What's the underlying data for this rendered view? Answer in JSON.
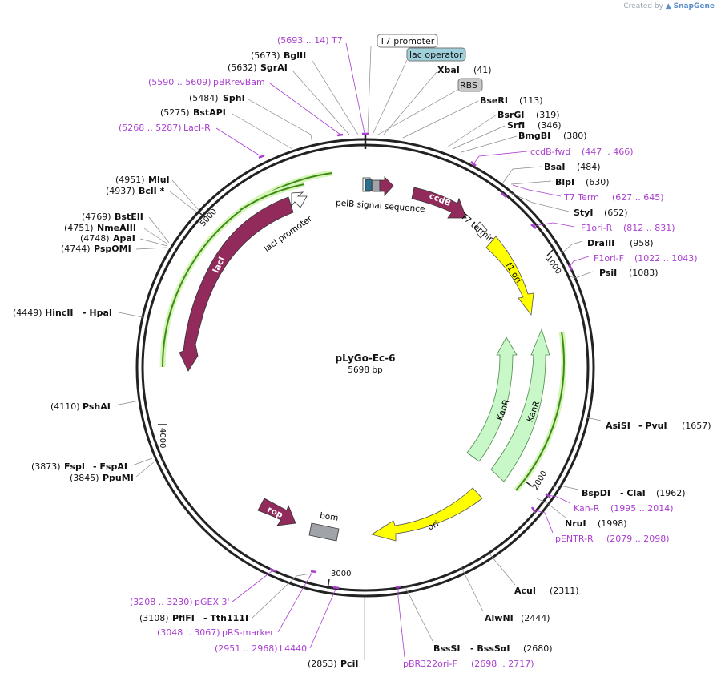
{
  "credit": {
    "prefix": "Created by",
    "brand": "SnapGene"
  },
  "plasmid": {
    "name": "pLyGo-Ec-6",
    "size": "5698 bp"
  },
  "ticks": [
    "1000",
    "2000",
    "3000",
    "4000",
    "5000"
  ],
  "features": [
    {
      "label": "pelB signal sequence",
      "color": "#2d6f8e"
    },
    {
      "label": "ccdB",
      "color": "#922b5c"
    },
    {
      "label": "T7 terminator",
      "color": "#ffffff"
    },
    {
      "label": "f1 ori",
      "color": "#ffff00"
    },
    {
      "label": "KanR",
      "color": "#c8f7c8"
    },
    {
      "label": "KanR",
      "color": "#c8f7c8"
    },
    {
      "label": "ori",
      "color": "#ffff00"
    },
    {
      "label": "bom",
      "color": "#a0a4a8"
    },
    {
      "label": "rop",
      "color": "#922b5c"
    },
    {
      "label": "lacI",
      "color": "#922b5c"
    },
    {
      "label": "lacI promoter",
      "color": "#ffffff"
    }
  ],
  "boxes": [
    {
      "label": "T7 promoter",
      "color": "#ffffff"
    },
    {
      "label": "lac operator",
      "color": "#9fd0dc"
    },
    {
      "label": "RBS",
      "color": "#c8c8c8"
    }
  ],
  "sites": [
    {
      "kind": "primer",
      "pos": "(5693 .. 14)",
      "name": "T7"
    },
    {
      "kind": "enzyme",
      "pos": "(5673)",
      "name": "BglII"
    },
    {
      "kind": "enzyme",
      "pos": "(5632)",
      "name": "SgrAI"
    },
    {
      "kind": "primer",
      "pos": "(5590 .. 5609)",
      "name": "pBRrevBam"
    },
    {
      "kind": "enzyme",
      "pos": "(5484)",
      "name": "SphI"
    },
    {
      "kind": "enzyme",
      "pos": "(5275)",
      "name": "BstAPI"
    },
    {
      "kind": "primer",
      "pos": "(5268 .. 5287)",
      "name": "LacI-R"
    },
    {
      "kind": "enzyme",
      "pos": "(4951)",
      "name": "MluI"
    },
    {
      "kind": "enzyme",
      "pos": "(4937)",
      "name": "BclI *"
    },
    {
      "kind": "enzyme",
      "pos": "(4769)",
      "name": "BstEII"
    },
    {
      "kind": "enzyme",
      "pos": "(4751)",
      "name": "NmeAIII"
    },
    {
      "kind": "enzyme",
      "pos": "(4748)",
      "name": "ApaI"
    },
    {
      "kind": "enzyme",
      "pos": "(4744)",
      "name": "PspOMI"
    },
    {
      "kind": "enzyme",
      "pos": "(4449)",
      "name": "HincII",
      "name2": "- HpaI"
    },
    {
      "kind": "enzyme",
      "pos": "(4110)",
      "name": "PshAI"
    },
    {
      "kind": "enzyme",
      "pos": "(3873)",
      "name": "FspI",
      "name2": "- FspAI"
    },
    {
      "kind": "enzyme",
      "pos": "(3845)",
      "name": "PpuMI"
    },
    {
      "kind": "primer",
      "pos": "(3208 .. 3230)",
      "name": "pGEX 3'"
    },
    {
      "kind": "enzyme",
      "pos": "(3108)",
      "name": "PflFI",
      "name2": "- Tth111I"
    },
    {
      "kind": "primer",
      "pos": "(3048 .. 3067)",
      "name": "pRS-marker"
    },
    {
      "kind": "primer",
      "pos": "(2951 .. 2968)",
      "name": "L4440"
    },
    {
      "kind": "enzyme",
      "pos": "(2853)",
      "name": "PciI"
    },
    {
      "kind": "primer",
      "pos": "(2698 .. 2717)",
      "name": "pBR322ori-F"
    },
    {
      "kind": "enzyme",
      "pos": "(2680)",
      "name": "BssSI",
      "name2": "- BssSαI"
    },
    {
      "kind": "enzyme",
      "pos": "(2444)",
      "name": "AlwNI"
    },
    {
      "kind": "enzyme",
      "pos": "(2311)",
      "name": "AcuI"
    },
    {
      "kind": "primer",
      "pos": "(2079 .. 2098)",
      "name": "pENTR-R"
    },
    {
      "kind": "enzyme",
      "pos": "(1998)",
      "name": "NruI"
    },
    {
      "kind": "primer",
      "pos": "(1995 .. 2014)",
      "name": "Kan-R"
    },
    {
      "kind": "enzyme",
      "pos": "(1962)",
      "name": "BspDI",
      "name2": "- ClaI"
    },
    {
      "kind": "enzyme",
      "pos": "(1657)",
      "name": "AsiSI",
      "name2": "- PvuI"
    },
    {
      "kind": "enzyme",
      "pos": "(1083)",
      "name": "PsiI"
    },
    {
      "kind": "primer",
      "pos": "(1022 .. 1043)",
      "name": "F1ori-F"
    },
    {
      "kind": "enzyme",
      "pos": "(958)",
      "name": "DraIII"
    },
    {
      "kind": "primer",
      "pos": "(812 .. 831)",
      "name": "F1ori-R"
    },
    {
      "kind": "enzyme",
      "pos": "(652)",
      "name": "StyI"
    },
    {
      "kind": "primer",
      "pos": "(627 .. 645)",
      "name": "T7 Term"
    },
    {
      "kind": "enzyme",
      "pos": "(630)",
      "name": "BlpI"
    },
    {
      "kind": "enzyme",
      "pos": "(484)",
      "name": "BsaI"
    },
    {
      "kind": "primer",
      "pos": "(447 .. 466)",
      "name": "ccdB-fwd"
    },
    {
      "kind": "enzyme",
      "pos": "(380)",
      "name": "BmgBI"
    },
    {
      "kind": "enzyme",
      "pos": "(346)",
      "name": "SrfI"
    },
    {
      "kind": "enzyme",
      "pos": "(319)",
      "name": "BsrGI"
    },
    {
      "kind": "enzyme",
      "pos": "(113)",
      "name": "BseRI"
    },
    {
      "kind": "enzyme",
      "pos": "(41)",
      "name": "XbaI"
    }
  ]
}
